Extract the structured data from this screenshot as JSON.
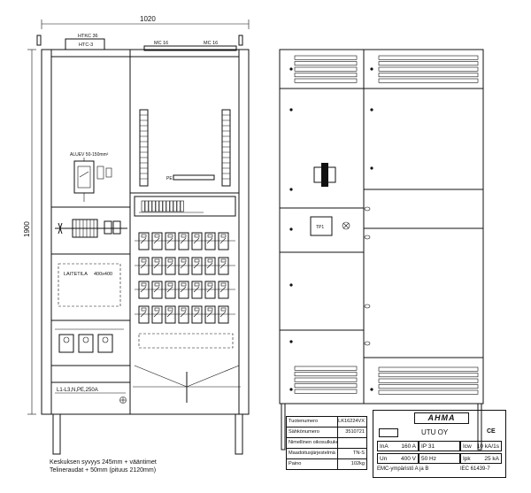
{
  "dimensions": {
    "width": "1020",
    "height": "1900"
  },
  "top_labels": {
    "htkc": "HTKC 36",
    "htc": "HTC-3",
    "mc_left": "MC 16",
    "mc_right": "MC 16"
  },
  "component_labels": {
    "aluev": "ALUEV 50-150mm²",
    "pe": "PE",
    "laitetila_label": "LAITETILA",
    "laitetila_size": "400x400",
    "busbar": "L1-L3,N,PE,250A",
    "tp": "TP1"
  },
  "notes": [
    "Keskuksen syvyys 245mm + vääntimet",
    "Telineraudat + 50mm (pituus 2120mm)"
  ],
  "info_table": [
    {
      "label": "Tuotenumero",
      "value": "LK16224VX"
    },
    {
      "label": "Sähkönumero",
      "value": "3510721"
    },
    {
      "label": "Nimellinen oikosulkukestoisuus",
      "value": ""
    },
    {
      "label": "Maadoitusjärjestelmä",
      "value": "TN-S"
    },
    {
      "label": "Paino",
      "value": "102kg"
    }
  ],
  "nameplate": {
    "brand": "AHMA",
    "model": "UTU OY",
    "mark": "CE",
    "rows": [
      [
        {
          "k": "InA",
          "v": "160 A"
        },
        {
          "k": "IP 31",
          "v": ""
        },
        {
          "k": "Icw",
          "v": "10 kA/1s"
        }
      ],
      [
        {
          "k": "Un",
          "v": "400 V"
        },
        {
          "k": "50 Hz",
          "v": ""
        },
        {
          "k": "Ipk",
          "v": "25 kA"
        }
      ]
    ],
    "footer_left": "EMC-ympäristö A ja B",
    "footer_right": "IEC 61439-7"
  }
}
